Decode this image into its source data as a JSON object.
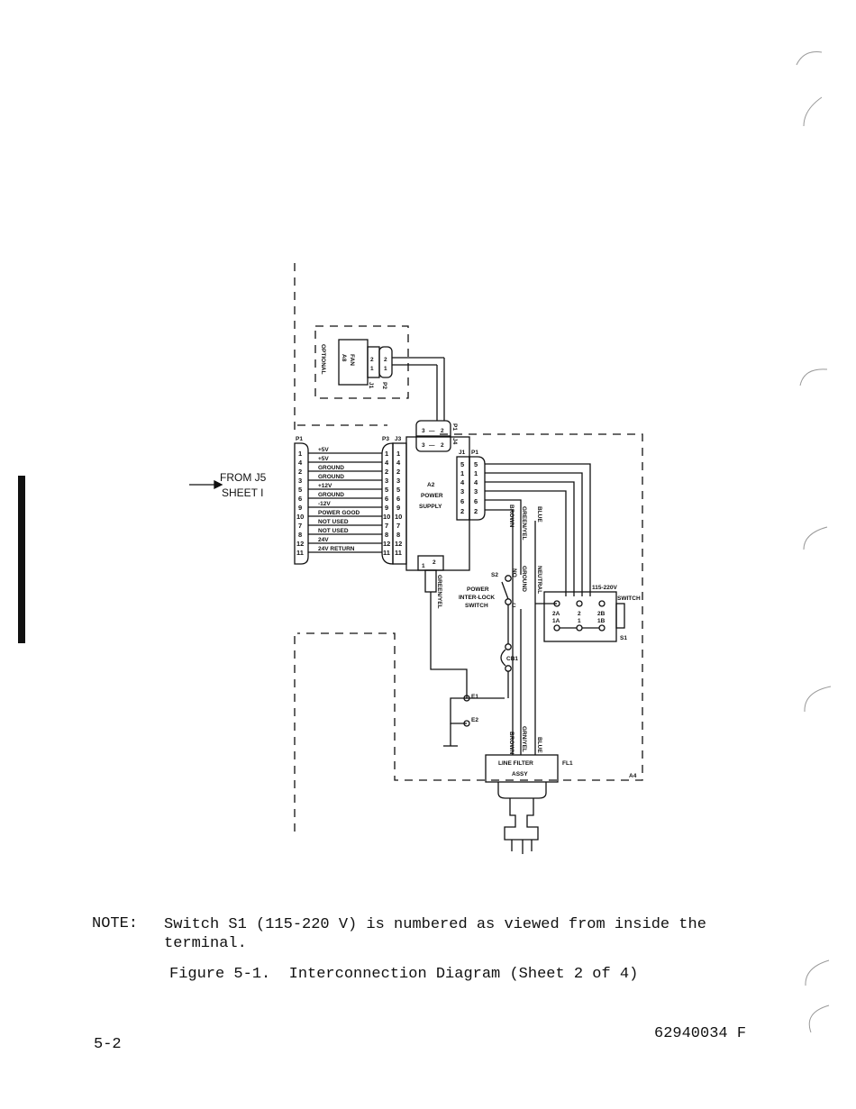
{
  "diagram": {
    "optional_label": "OPTIONAL",
    "fan_label": "FAN",
    "fan_ref": "A8",
    "j1_label": "J1",
    "p2_label": "P2",
    "fan_pins": [
      "2",
      "1"
    ],
    "p1_top_label": "P1",
    "j4_label": "J4",
    "top_conn_rows": [
      [
        "3",
        "—",
        "2"
      ],
      [
        "3",
        "—",
        "2"
      ]
    ],
    "from_label": "FROM J5",
    "sheet_label": "SHEET I",
    "left_p1_label": "P1",
    "p3_label": "P3",
    "j3_label": "J3",
    "left_pins": [
      "1",
      "4",
      "2",
      "3",
      "5",
      "6",
      "9",
      "10",
      "7",
      "8",
      "12",
      "11"
    ],
    "right_pins": [
      "1",
      "4",
      "2",
      "3",
      "5",
      "6",
      "9",
      "10",
      "7",
      "8",
      "12",
      "11"
    ],
    "wire_labels": [
      "+5V",
      "+5V",
      "GROUND",
      "GROUND",
      "+12V",
      "GROUND",
      "-12V",
      "POWER GOOD",
      "NOT USED",
      "NOT USED",
      "24V",
      "24V RETURN"
    ],
    "supply_ref": "A2",
    "supply_name_1": "POWER",
    "supply_name_2": "SUPPLY",
    "ps_j1_label": "J1",
    "ps_p1_label": "P1",
    "ps_j1_pins": [
      "5",
      "1",
      "4",
      "3",
      "6",
      "2"
    ],
    "ps_p1_pins": [
      "5",
      "1",
      "4",
      "3",
      "6",
      "2"
    ],
    "bottom_conn_pins": [
      "2",
      "1"
    ],
    "brown": "BROWN",
    "green_yel": "GREEN/YEL",
    "blue": "BLUE",
    "neutral": "NEUTRAL",
    "ground": "GROUND",
    "green_yel_2": "GREEN/YEL",
    "s2_label": "S2",
    "no_label": "NO",
    "c_label": "C",
    "interlock_1": "POWER",
    "interlock_2": "INTER-LOCK",
    "interlock_3": "SWITCH",
    "cb1_label": "CB1",
    "e1_label": "E1",
    "e2_label": "E2",
    "voltage_label": "115-220V",
    "switch_label": "SWITCH",
    "switch_pins": [
      "2A",
      "1A",
      "2",
      "1",
      "2B",
      "1B"
    ],
    "s1_label": "S1",
    "brown_2": "BROWN",
    "grn_yel": "GRN/YEL",
    "blue_2": "BLUE",
    "filter_1": "LINE FILTER",
    "filter_2": "ASSY",
    "fl1_label": "FL1",
    "a4_label": "A4"
  },
  "note_label": "NOTE:",
  "note_text": "Switch S1 (115-220 V) is numbered as viewed from inside the terminal.",
  "caption": "Figure 5-1.  Interconnection Diagram (Sheet 2 of 4)",
  "page_number": "5-2",
  "doc_number": "62940034 F"
}
